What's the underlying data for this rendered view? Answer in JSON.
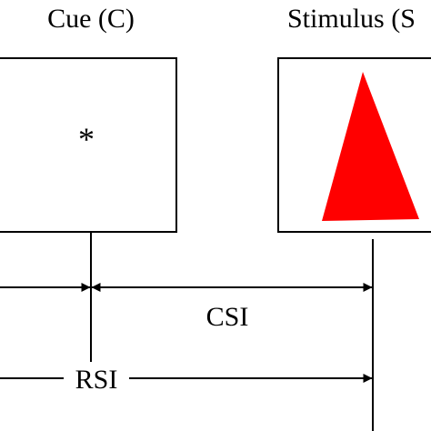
{
  "labels": {
    "cue": "Cue (C)",
    "stimulus": "Stimulus (S",
    "asterisk": "*",
    "csi": "CSI",
    "rsi": "RSI"
  },
  "colors": {
    "stroke": "#000000",
    "triangle": "#ff0000",
    "background": "#ffffff"
  }
}
